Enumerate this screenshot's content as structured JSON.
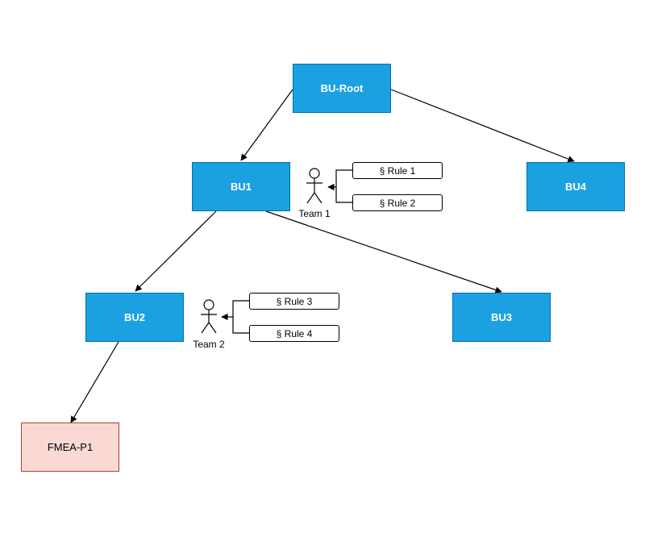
{
  "nodes": {
    "root": "BU-Root",
    "bu1": "BU1",
    "bu2": "BU2",
    "bu3": "BU3",
    "bu4": "BU4",
    "fmea": "FMEA-P1"
  },
  "teams": {
    "team1": "Team 1",
    "team2": "Team 2"
  },
  "rules": {
    "rule1": "§ Rule 1",
    "rule2": "§ Rule 2",
    "rule3": "§ Rule 3",
    "rule4": "§ Rule 4"
  },
  "colors": {
    "bu_fill": "#1ba1e2",
    "bu_stroke": "#006eaf",
    "fmea_fill": "#fad9d5",
    "fmea_stroke": "#ae4132"
  }
}
